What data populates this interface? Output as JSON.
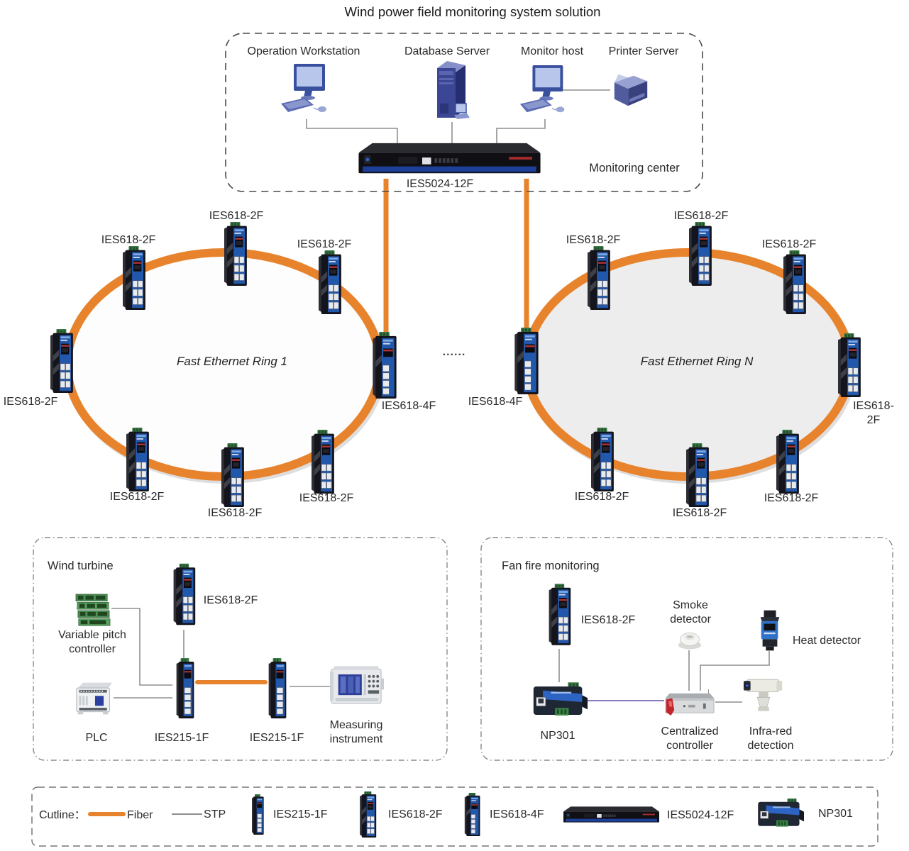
{
  "title": "Wind power field monitoring system solution",
  "monitoring_center": {
    "label": "Monitoring center",
    "workstation": "Operation Workstation",
    "database_server": "Database Server",
    "monitor_host": "Monitor host",
    "printer_server": "Printer Server",
    "core_switch": "IES5024-12F"
  },
  "rings": {
    "dots": "......",
    "ring1": {
      "name": "Fast Ethernet Ring 1",
      "nodes": [
        {
          "label": "IES618-2F"
        },
        {
          "label": "IES618-2F"
        },
        {
          "label": "IES618-2F"
        },
        {
          "label": "IES618-2F"
        },
        {
          "label": "IES618-4F"
        },
        {
          "label": "IES618-2F"
        },
        {
          "label": "IES618-2F"
        },
        {
          "label": "IES618-2F"
        }
      ]
    },
    "ringN": {
      "name": "Fast Ethernet Ring N",
      "nodes": [
        {
          "label": "IES618-4F"
        },
        {
          "label": "IES618-2F"
        },
        {
          "label": "IES618-2F"
        },
        {
          "label": "IES618-2F"
        },
        {
          "label": "IES618-2F"
        },
        {
          "label": "IES618-2F"
        },
        {
          "label": "IES618-2F"
        },
        {
          "label": "IES618-2F"
        }
      ]
    }
  },
  "wind_turbine": {
    "title": "Wind turbine",
    "variable_pitch_controller": "Variable pitch\ncontroller",
    "plc": "PLC",
    "ring_switch": "IES618-2F",
    "switch_a": "IES215-1F",
    "switch_b": "IES215-1F",
    "measuring_instrument": "Measuring\ninstrument"
  },
  "fan_fire_monitoring": {
    "title": "Fan fire monitoring",
    "ring_switch": "IES618-2F",
    "smoke_detector": "Smoke\ndetector",
    "heat_detector": "Heat detector",
    "serial_server": "NP301",
    "centralized_controller": "Centralized\ncontroller",
    "infrared_detection": "Infra-red\ndetection"
  },
  "legend": {
    "title": "Cutline：",
    "fiber": "Fiber",
    "stp": "STP",
    "devices": [
      "IES215-1F",
      "IES618-2F",
      "IES618-4F",
      "IES5024-12F",
      "NP301"
    ]
  },
  "colors": {
    "fiber": "#E8832D",
    "stp": "#8f8f8f",
    "serial_link": "#6455a8",
    "ring_n_fill": "#ededed",
    "switch_panel_blue": "#2258ac"
  }
}
